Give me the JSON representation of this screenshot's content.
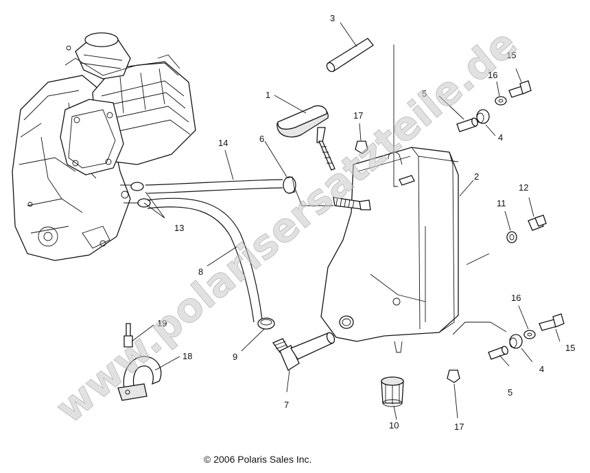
{
  "callouts": {
    "c1": "1",
    "c2": "2",
    "c3": "3",
    "c4a": "4",
    "c4b": "4",
    "c5a": "5",
    "c5b": "5",
    "c6": "6",
    "c7": "7",
    "c8": "8",
    "c9": "9",
    "c10": "10",
    "c11": "11",
    "c12": "12",
    "c13": "13",
    "c14": "14",
    "c15a": "15",
    "c15b": "15",
    "c16a": "16",
    "c16b": "16",
    "c17a": "17",
    "c17b": "17",
    "c18": "18",
    "c19": "19"
  },
  "copyright": "© 2006 Polaris Sales Inc.",
  "watermark": "www.polarisersatzteile.de"
}
